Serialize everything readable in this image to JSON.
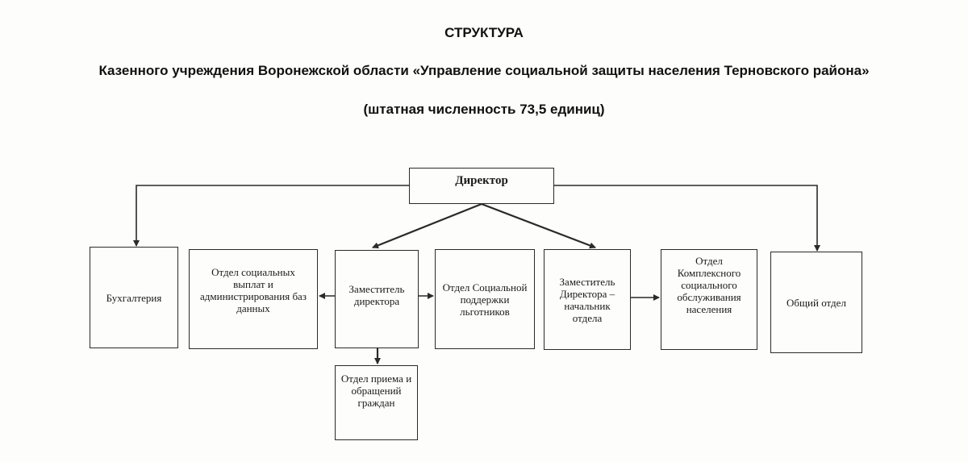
{
  "header": {
    "title": "СТРУКТУРА",
    "subtitle": "Казенного учреждения Воронежской области «Управление социальной защиты населения Терновского района»",
    "staffing": "(штатная численность 73,5 единиц)"
  },
  "nodes": {
    "director": "Директор",
    "accounting": "Бухгалтерия",
    "social_payments": "Отдел социальных выплат и администрирования баз данных",
    "deputy_director": "Заместитель директора",
    "benefits_support": "Отдел Социальной поддержки льготников",
    "deputy_head": "Заместитель Директора – начальник отдела",
    "complex_service": "Отдел Комплексного социального обслуживания населения",
    "general_dept": "Общий отдел",
    "citizens_reception": "Отдел приема и обращений граждан"
  },
  "colors": {
    "line": "#2a2a2a",
    "paper": "#fdfdfb"
  }
}
